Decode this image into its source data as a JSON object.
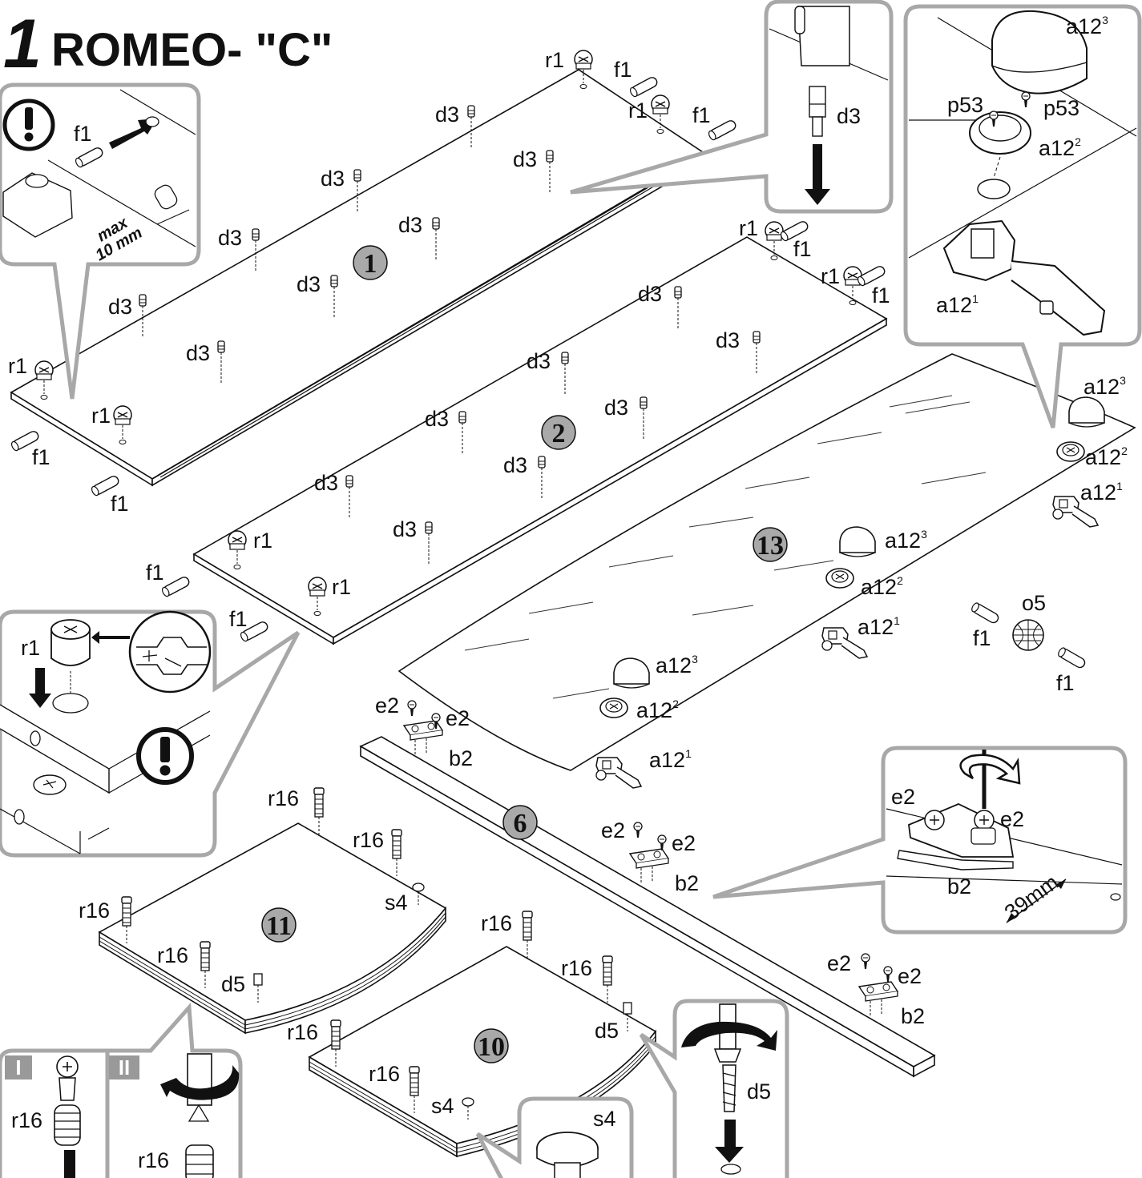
{
  "header": {
    "step_number": "1",
    "title": "ROMEO- \"C\""
  },
  "parts": {
    "panel_1": "1",
    "panel_2": "2",
    "panel_6": "6",
    "panel_10": "10",
    "panel_11": "11",
    "panel_13": "13"
  },
  "labels": {
    "f1": "f1",
    "d3": "d3",
    "r1": "r1",
    "r16": "r16",
    "s4": "s4",
    "d5": "d5",
    "e2": "e2",
    "b2": "b2",
    "o5": "o5",
    "p53": "p53",
    "a12": "a12",
    "sup1": "1",
    "sup2": "2",
    "sup3": "3"
  },
  "callouts": {
    "dowel_max": "max",
    "dowel_max_value": "10 mm",
    "hinge_distance": "39mm",
    "step_I": "I",
    "step_II": "II"
  },
  "colors": {
    "badge": "#a9a9a9",
    "callout_border": "#a8a8a8",
    "ink": "#111111"
  }
}
